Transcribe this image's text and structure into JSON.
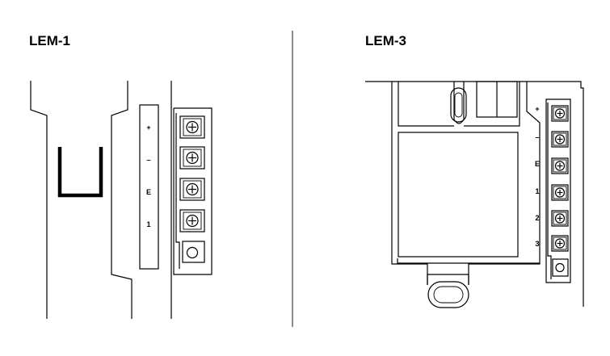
{
  "lem1": {
    "title": "LEM-1",
    "terminals": [
      "+",
      "–",
      "E",
      "1"
    ]
  },
  "lem3": {
    "title": "LEM-3",
    "terminals": [
      "+",
      "–",
      "E",
      "1",
      "2",
      "3"
    ]
  }
}
